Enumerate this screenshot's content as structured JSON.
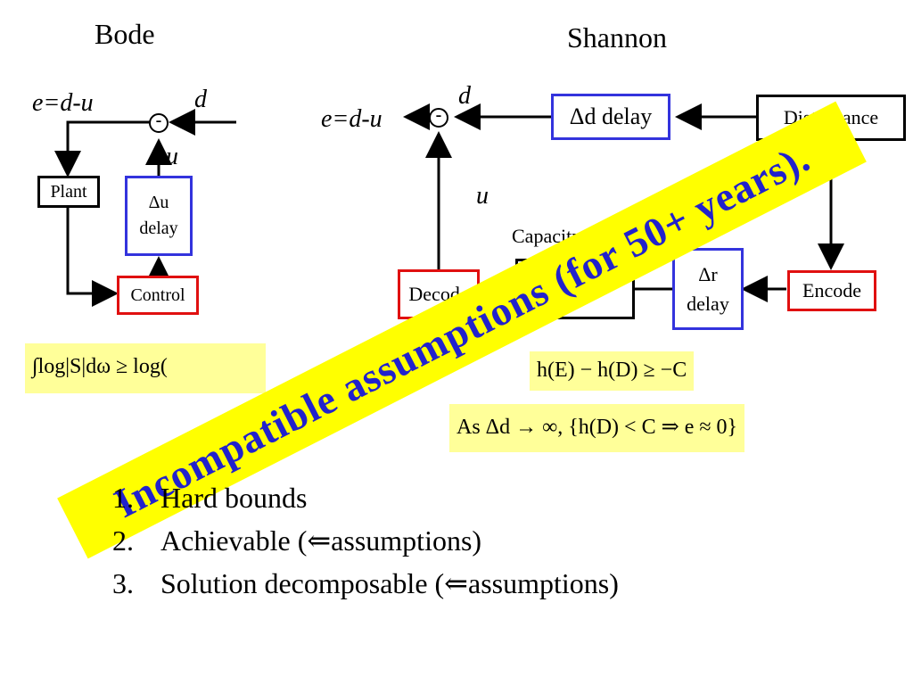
{
  "titles": {
    "left": "Bode",
    "right": "Shannon"
  },
  "bode": {
    "e_label": "e=d-u",
    "d_label": "d",
    "u_label": "u",
    "sum_sign": "-",
    "plant": "Plant",
    "delay_top": "Δu",
    "delay_bottom": "delay",
    "control": "Control",
    "equation": "∫log|S|dω ≥ log("
  },
  "shannon": {
    "e_label": "e=d-u",
    "d_label": "d",
    "u_label": "u",
    "sum_sign": "-",
    "delay_d": "Δd delay",
    "disturbance": "Disturbance",
    "capacity": "Capacity C",
    "decode": "Decode",
    "delay_r_top": "Δr",
    "delay_r_bottom": "delay",
    "encode": "Encode",
    "equation1": "h(E) − h(D) ≥ −C",
    "equation2": "As Δd → ∞,   {h(D) < C ⇒ e ≈ 0}"
  },
  "banner": "Incompatible assumptions (for 50+ years).",
  "list": [
    {
      "num": "1.",
      "text": "Hard bounds"
    },
    {
      "num": "2.",
      "text": "Achievable (⇐assumptions)"
    },
    {
      "num": "3.",
      "text": "Solution decomposable (⇐assumptions)"
    }
  ],
  "colors": {
    "blue_box": "#3333dd",
    "red_box": "#e01010",
    "highlight": "#ffff99",
    "banner_bg": "#ffff00",
    "banner_text": "#2222cc"
  }
}
